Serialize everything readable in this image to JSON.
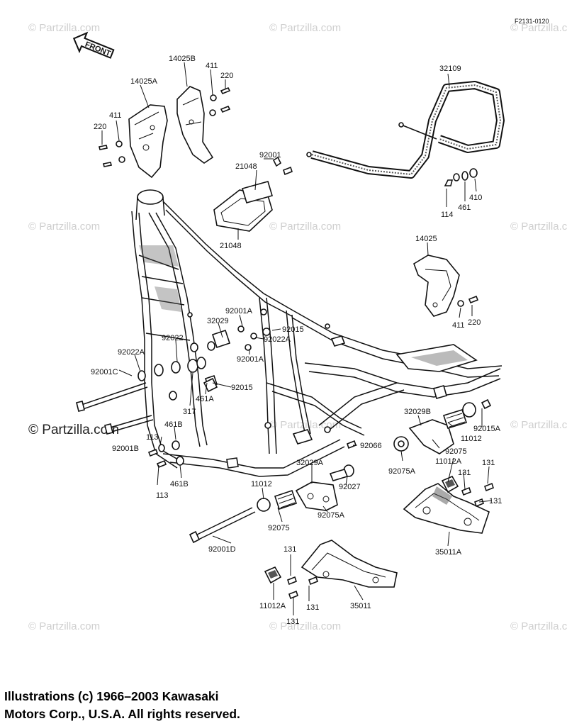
{
  "diagram_code": "F2131-0120",
  "front_label": "FRONT",
  "watermark": "© Partzilla.com",
  "copyright": {
    "line1": "Illustrations (c) 1966–2003 Kawasaki",
    "line2": "Motors Corp., U.S.A.  All rights reserved."
  },
  "parts": {
    "p14025A": "14025A",
    "p14025B": "14025B",
    "p411a": "411",
    "p220a": "220",
    "p411b": "411",
    "p220b": "220",
    "p32109": "32109",
    "p92001a": "92001",
    "p21048a": "21048",
    "p21048b": "21048",
    "p114": "114",
    "p461a": "461",
    "p410": "410",
    "p14025": "14025",
    "p411c": "411",
    "p220c": "220",
    "p92001A_1": "92001A",
    "p32029": "32029",
    "p92015a": "92015",
    "p92022A_1": "92022A",
    "p92022": "92022",
    "p92022A_2": "92022A",
    "p92001A_2": "92001A",
    "p92001C": "92001C",
    "p92015b": "92015",
    "p461A": "461A",
    "p317": "317",
    "p461B": "461B",
    "p113a": "113",
    "p92001B": "92001B",
    "p113b": "113",
    "p461B_2": "461B",
    "p32029B": "32029B",
    "p11012a": "11012",
    "p92015A": "92015A",
    "p92066": "92066",
    "p92075": "92075",
    "p92075A_1": "92075A",
    "p11012A_1": "11012A",
    "p131a": "131",
    "p131b": "131",
    "p131c": "131",
    "p32029A": "32029A",
    "p92027": "92027",
    "p11012b": "11012",
    "p92075b": "92075",
    "p92075A_2": "92075A",
    "p35011A": "35011A",
    "p92001D": "92001D",
    "p131d": "131",
    "p11012A_2": "11012A",
    "p131e": "131",
    "p131f": "131",
    "p35011": "35011"
  }
}
